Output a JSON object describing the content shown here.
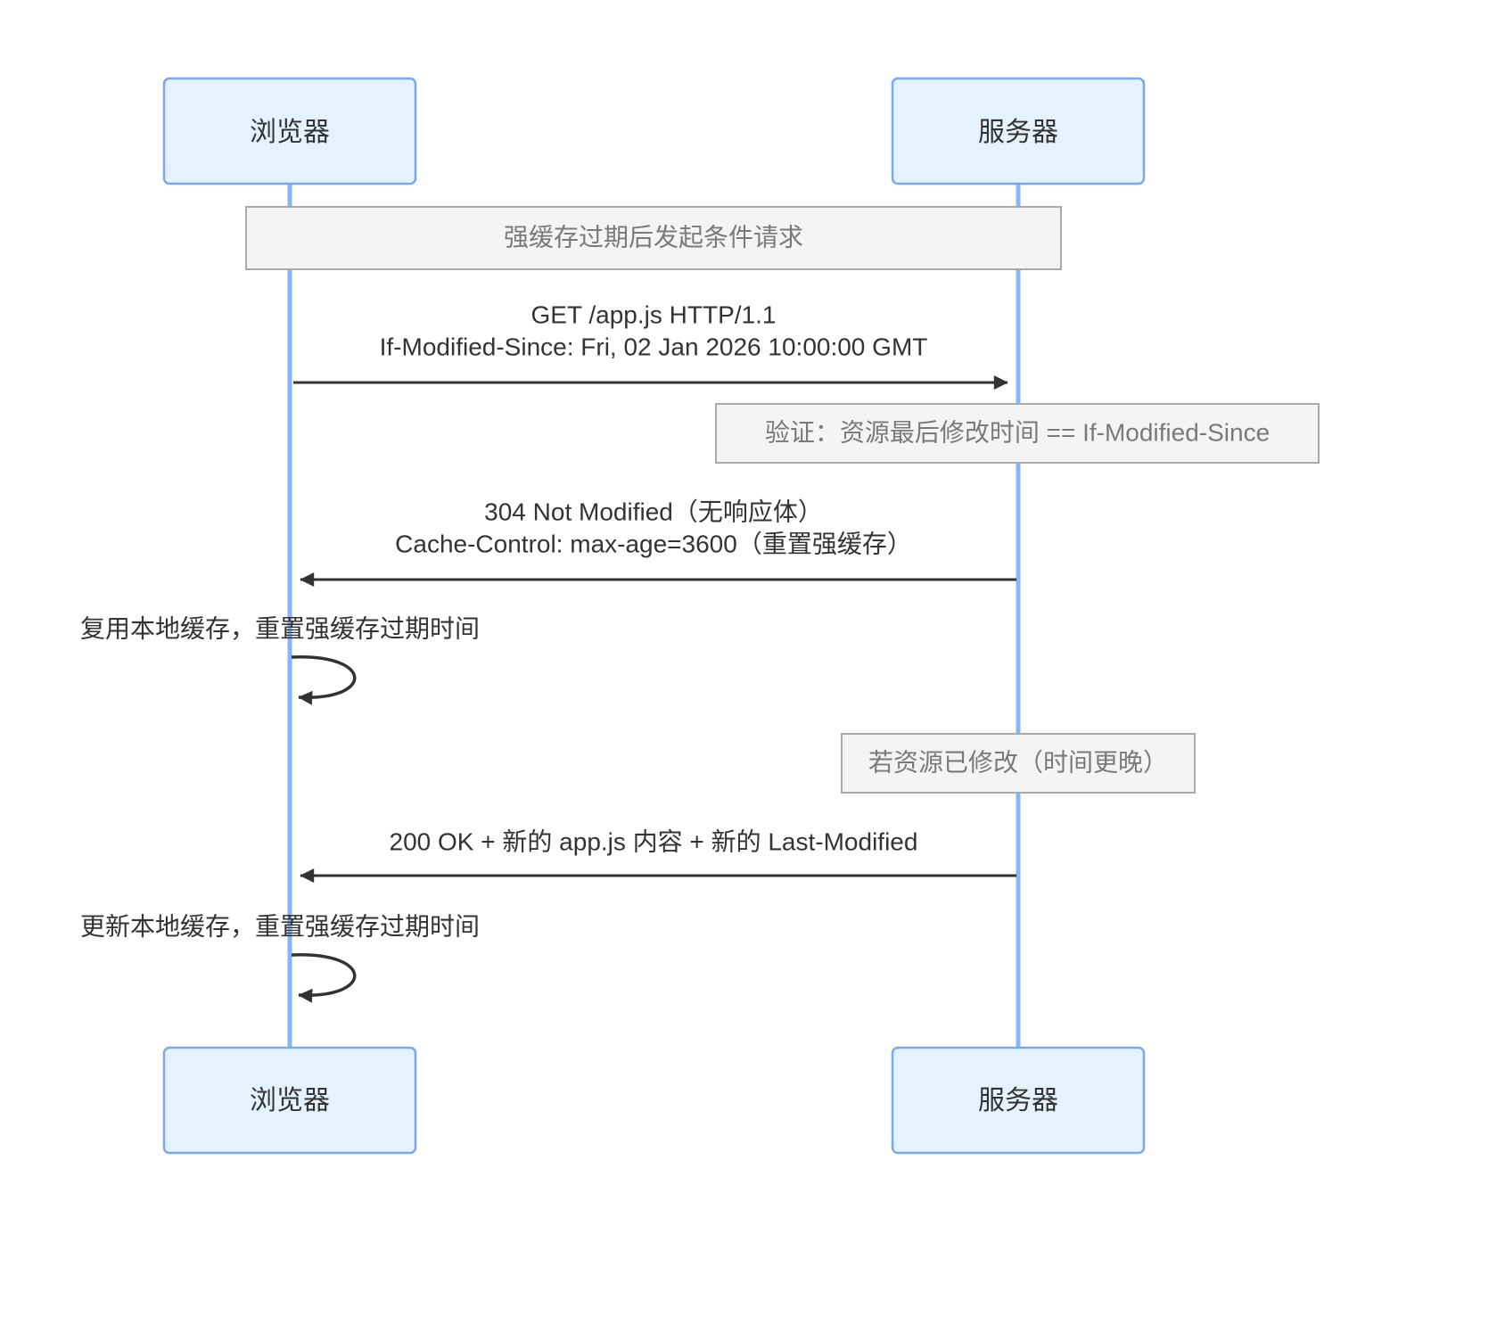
{
  "diagram": {
    "type": "sequence-diagram",
    "title": "",
    "colors": {
      "actor_fill": "#e3f2fd",
      "actor_stroke": "#7aa7f0",
      "lifeline": "#8ab4f8",
      "note_fill": "#f4f4f4",
      "note_stroke": "#aaaaaa",
      "note_text": "#7a7a7a",
      "arrow": "#333333",
      "background": "#ffffff"
    },
    "participants": [
      {
        "id": "browser",
        "label": "浏览器"
      },
      {
        "id": "server",
        "label": "服务器"
      }
    ],
    "participants_bottom": [
      {
        "id": "browser",
        "label": "浏览器"
      },
      {
        "id": "server",
        "label": "服务器"
      }
    ],
    "notes": [
      {
        "id": "note-1",
        "text": "强缓存过期后发起条件请求",
        "span": "over-both"
      },
      {
        "id": "note-2",
        "text": "验证：资源最后修改时间 == If-Modified-Since",
        "span": "right-of-server"
      },
      {
        "id": "note-3",
        "text": "若资源已修改（时间更晚）",
        "span": "right-of-server"
      }
    ],
    "messages": [
      {
        "id": "msg-1",
        "from": "browser",
        "to": "server",
        "direction": "right",
        "kind": "solid-arrow",
        "lines": [
          "GET /app.js HTTP/1.1",
          "If-Modified-Since: Fri, 02 Jan 2026 10:00:00 GMT"
        ]
      },
      {
        "id": "msg-2",
        "from": "server",
        "to": "browser",
        "direction": "left",
        "kind": "solid-arrow",
        "lines": [
          "304 Not Modified（无响应体）",
          "Cache-Control: max-age=3600（重置强缓存）"
        ]
      },
      {
        "id": "msg-3",
        "from": "browser",
        "to": "browser",
        "direction": "self",
        "kind": "self-loop",
        "lines": [
          "复用本地缓存，重置强缓存过期时间"
        ]
      },
      {
        "id": "msg-4",
        "from": "server",
        "to": "browser",
        "direction": "left",
        "kind": "solid-arrow",
        "lines": [
          "200 OK + 新的 app.js 内容 + 新的 Last-Modified"
        ]
      },
      {
        "id": "msg-5",
        "from": "browser",
        "to": "browser",
        "direction": "self",
        "kind": "self-loop",
        "lines": [
          "更新本地缓存，重置强缓存过期时间"
        ]
      }
    ]
  }
}
